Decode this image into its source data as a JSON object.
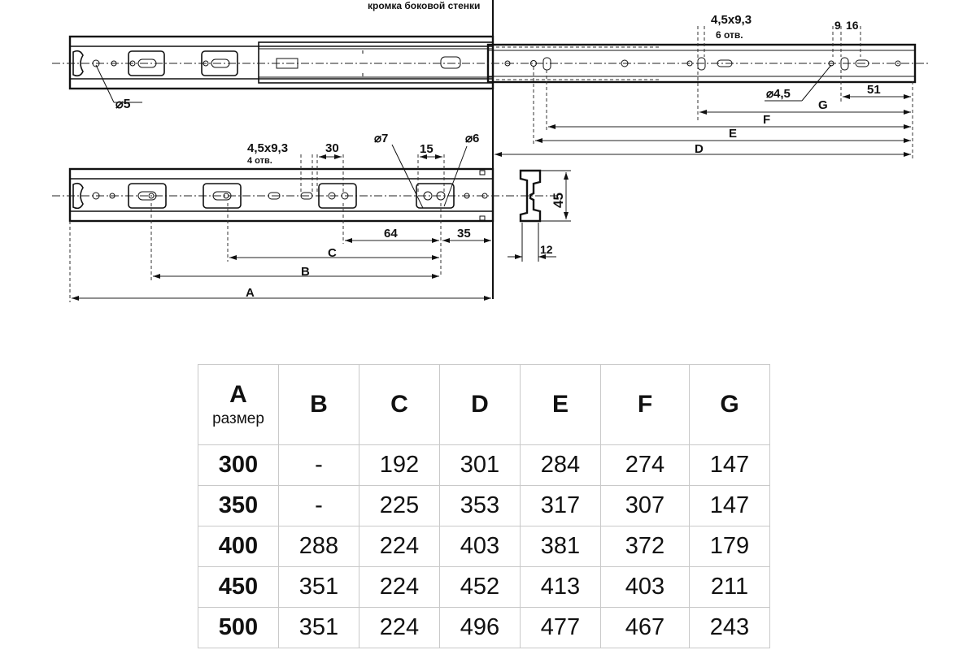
{
  "drawing": {
    "wall_edge_label": "кромка боковой стенки",
    "top_slide": {
      "hole_size_label": "4,5x9,3",
      "hole_count_label": "6 отв.",
      "dim_9": "9",
      "dim_16": "16",
      "dia_5": "⌀5",
      "dia_4_5": "⌀4,5",
      "dim_51": "51",
      "letter_G": "G",
      "letter_F": "F",
      "letter_E": "E",
      "letter_D": "D"
    },
    "bottom_slide": {
      "hole_size_label": "4,5x9,3",
      "hole_count_label": "4 отв.",
      "dim_30": "30",
      "dia_7": "⌀7",
      "dim_15": "15",
      "dia_6": "⌀6",
      "dim_64": "64",
      "dim_35": "35",
      "letter_C": "C",
      "letter_B": "B",
      "letter_A": "A"
    },
    "profile": {
      "height_label": "45",
      "width_label": "12"
    }
  },
  "table": {
    "headers": [
      {
        "label": "A",
        "sub": "размер"
      },
      {
        "label": "B"
      },
      {
        "label": "C"
      },
      {
        "label": "D"
      },
      {
        "label": "E"
      },
      {
        "label": "F"
      },
      {
        "label": "G"
      }
    ],
    "rows": [
      [
        "300",
        "-",
        "192",
        "301",
        "284",
        "274",
        "147"
      ],
      [
        "350",
        "-",
        "225",
        "353",
        "317",
        "307",
        "147"
      ],
      [
        "400",
        "288",
        "224",
        "403",
        "381",
        "372",
        "179"
      ],
      [
        "450",
        "351",
        "224",
        "452",
        "413",
        "403",
        "211"
      ],
      [
        "500",
        "351",
        "224",
        "496",
        "477",
        "467",
        "243"
      ]
    ]
  }
}
